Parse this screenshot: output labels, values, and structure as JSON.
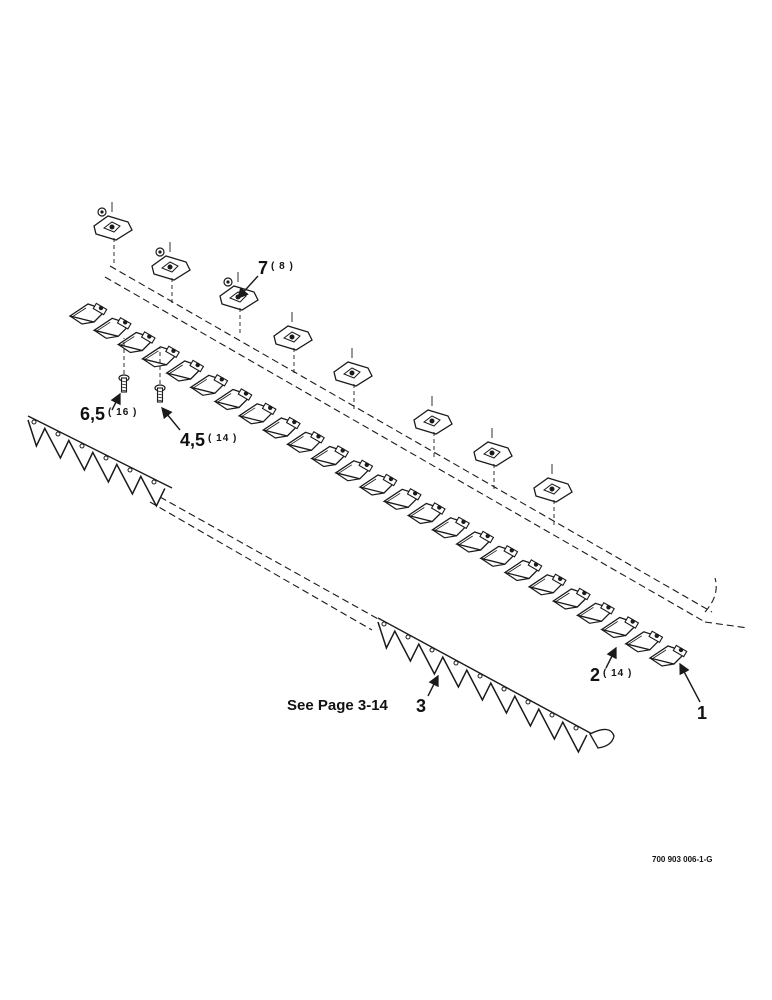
{
  "figure": {
    "colors": {
      "ink": "#1a1a1a",
      "paper": "#ffffff"
    }
  },
  "callouts": {
    "c1": {
      "number": "1",
      "qty": ""
    },
    "c2": {
      "number": "2",
      "qty": "( 14 )"
    },
    "c3": {
      "number": "3",
      "qty": ""
    },
    "c4": {
      "number": "4,5",
      "qty": "( 14 )"
    },
    "c6": {
      "number": "6,5",
      "qty": "( 16 )"
    },
    "c7": {
      "number": "7",
      "qty": "( 8 )"
    }
  },
  "reference_note": "See Page 3-14",
  "drawing_code": "700 903 006-1-G"
}
